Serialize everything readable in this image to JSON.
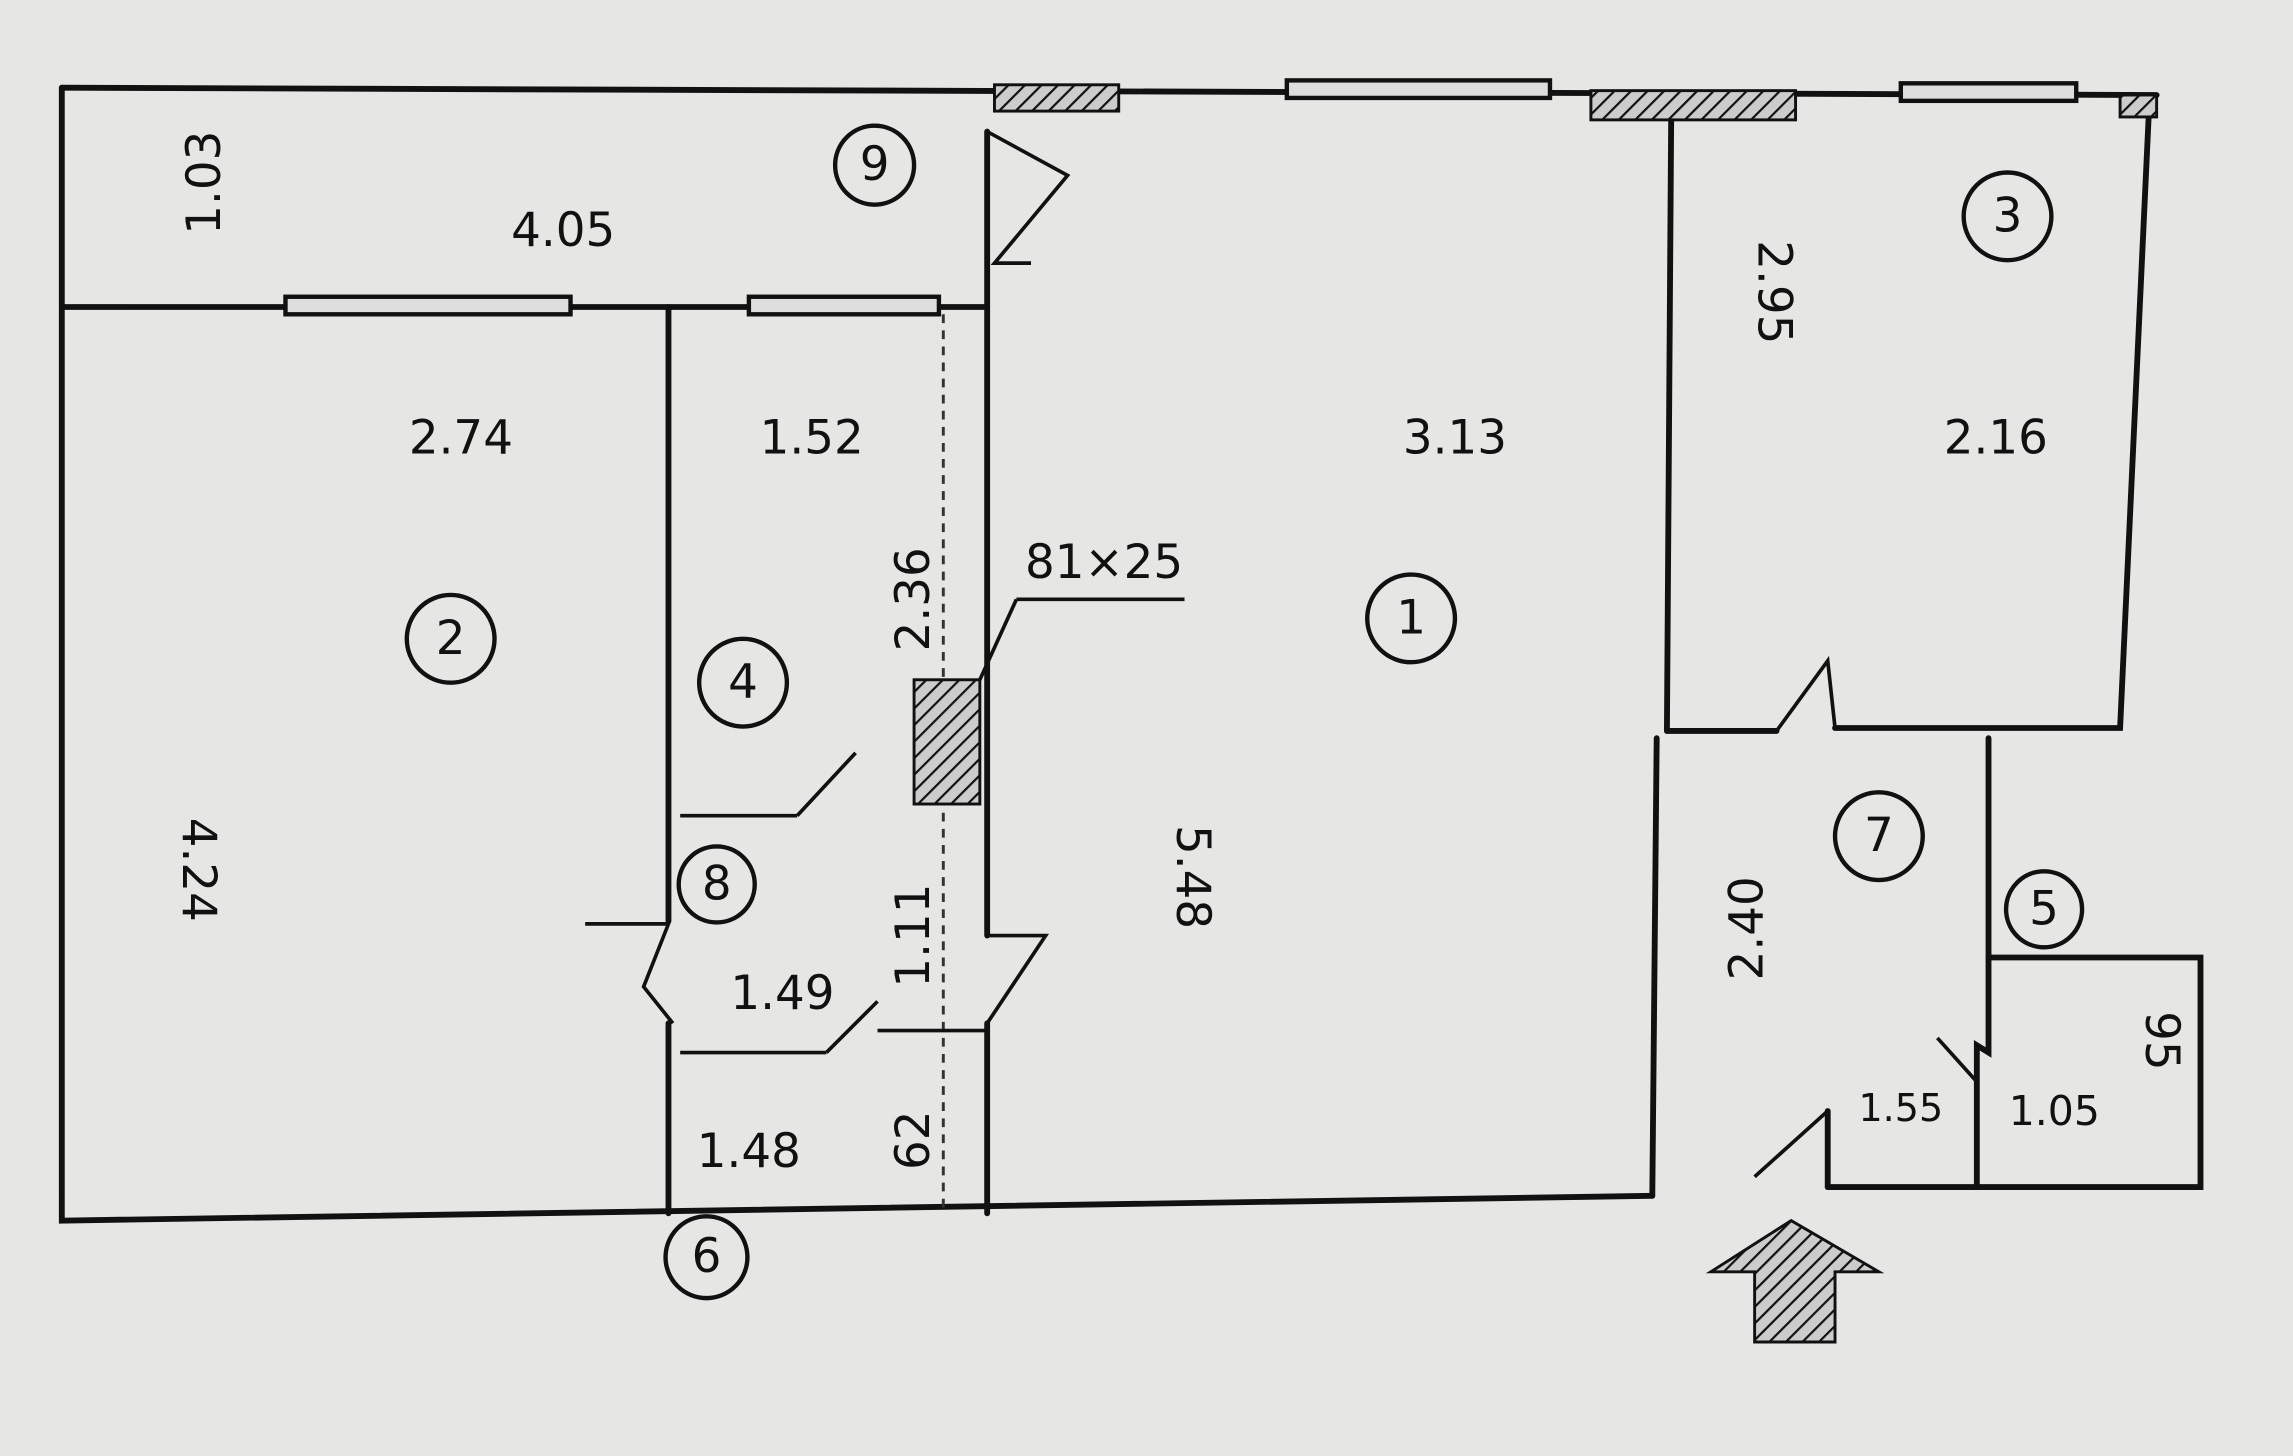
{
  "plan": {
    "dimensions": {
      "balcony_width": "1.03",
      "balcony_length": "4.05",
      "room2_width": "2.74",
      "room2_length": "4.24",
      "room4_width": "1.52",
      "room4_length": "2.36",
      "duct_size": "81×25",
      "room1_width": "3.13",
      "room1_length": "5.48",
      "room3_length": "2.95",
      "room3_width": "2.16",
      "room7_length": "2.40",
      "room8_length": "1.11",
      "room8_width": "1.49",
      "room6_width": "1.48",
      "room6_length": "62",
      "room7_width": "1.55",
      "room5_width": "1.05",
      "room5_length": "95"
    },
    "rooms": [
      "1",
      "2",
      "3",
      "4",
      "5",
      "6",
      "7",
      "8",
      "9"
    ],
    "colors": {
      "paper": "#e6e6e4",
      "ink": "#111111"
    }
  }
}
